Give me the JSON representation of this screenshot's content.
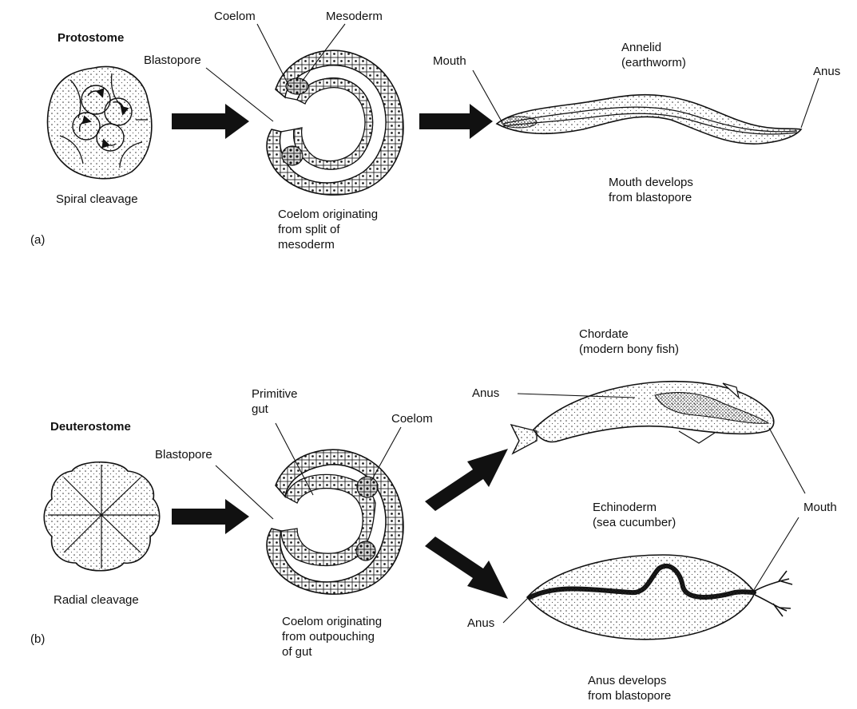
{
  "panel_a": {
    "tag": "(a)",
    "group_title": "Protostome",
    "cleavage_label": "Spiral cleavage",
    "blastopore_label": "Blastopore",
    "coelom_label": "Coelom",
    "mesoderm_label": "Mesoderm",
    "coelom_caption": "Coelom originating\nfrom split of\nmesoderm",
    "mouth_label": "Mouth",
    "annelid_label": "Annelid\n(earthworm)",
    "anus_label": "Anus",
    "mouth_develops_caption": "Mouth develops\nfrom blastopore"
  },
  "panel_b": {
    "tag": "(b)",
    "group_title": "Deuterostome",
    "cleavage_label": "Radial cleavage",
    "blastopore_label": "Blastopore",
    "primitive_gut_label": "Primitive\ngut",
    "coelom_label": "Coelom",
    "coelom_caption": "Coelom originating\nfrom outpouching\nof gut",
    "chordate_label": "Chordate\n(modern bony fish)",
    "anus_fish_label": "Anus",
    "echinoderm_label": "Echinoderm\n(sea cucumber)",
    "mouth_label": "Mouth",
    "anus_cucumber_label": "Anus",
    "anus_develops_caption": "Anus develops\nfrom blastopore"
  }
}
